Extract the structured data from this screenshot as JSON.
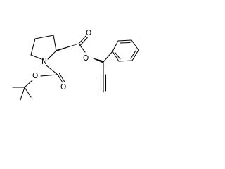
{
  "molecule": {
    "atoms": {
      "ring_nitrogen": "N",
      "ester_carbonyl_oxygen": "O",
      "ester_linking_oxygen": "O",
      "boc_carbonyl_oxygen": "O",
      "boc_ether_oxygen": "O"
    }
  }
}
